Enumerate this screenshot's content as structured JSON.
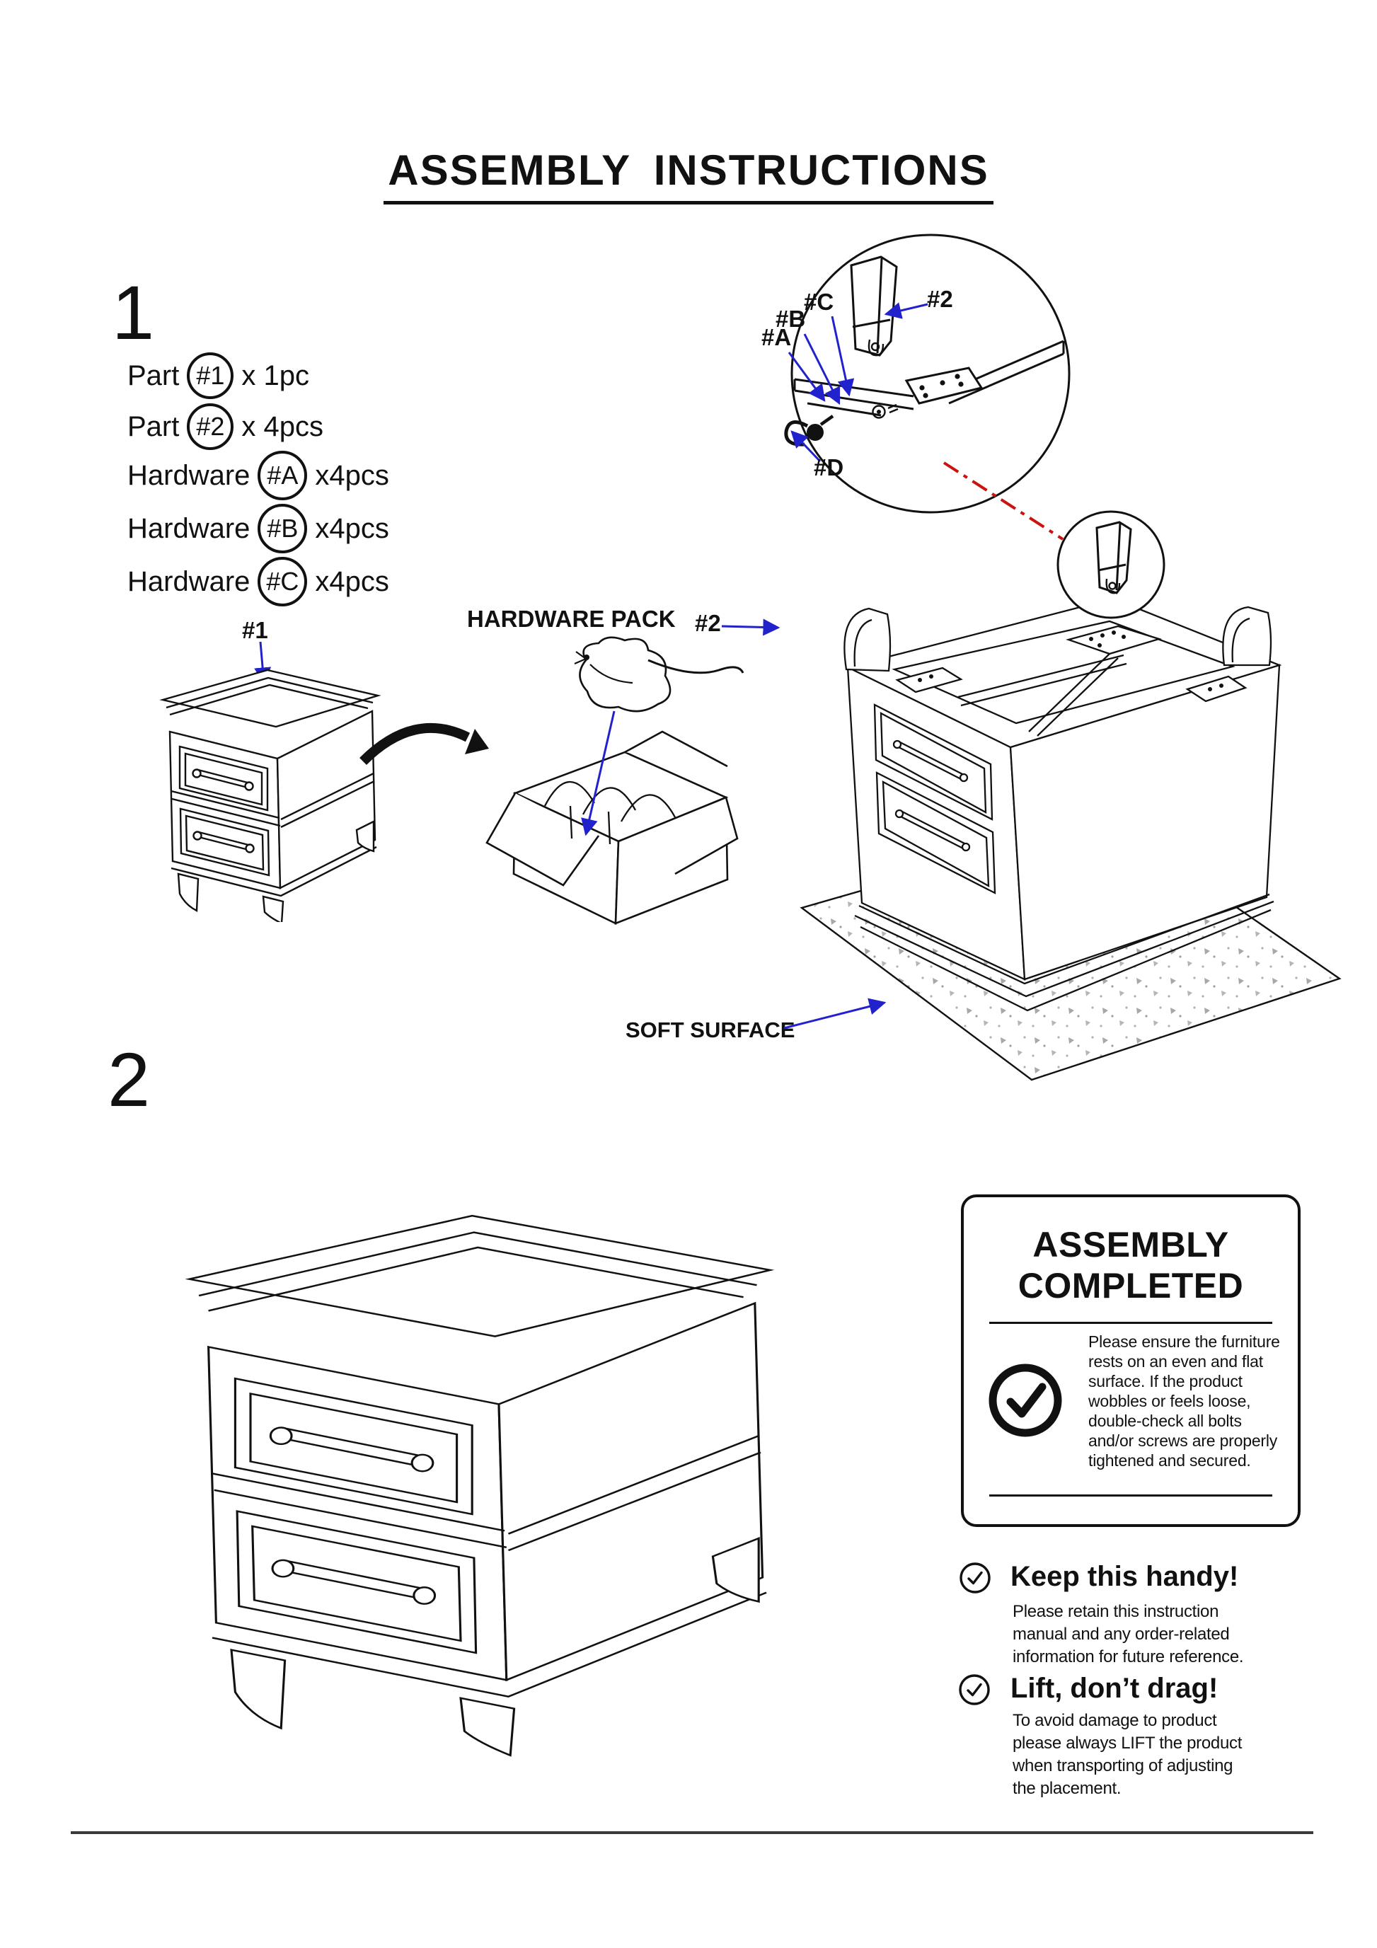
{
  "page": {
    "title": "ASSEMBLY INSTRUCTIONS"
  },
  "step1": {
    "number": "1",
    "parts": [
      {
        "prefix": "Part",
        "code": "#1",
        "qty": "x 1pc"
      },
      {
        "prefix": "Part",
        "code": "#2",
        "qty": "x 4pcs"
      },
      {
        "prefix": "Hardware",
        "code": "#A",
        "qty": "x4pcs"
      },
      {
        "prefix": "Hardware",
        "code": "#B",
        "qty": "x4pcs"
      },
      {
        "prefix": "Hardware",
        "code": "#C",
        "qty": "x4pcs"
      }
    ],
    "labels": {
      "part1": "#1",
      "pack_part2": "#2",
      "hardware_pack": "HARDWARE PACK",
      "soft_surface": "SOFT SURFACE"
    },
    "detail": {
      "a": "#A",
      "b": "#B",
      "c": "#C",
      "d": "#D",
      "part2": "#2"
    }
  },
  "step2": {
    "number": "2",
    "completed": {
      "title1": "ASSEMBLY",
      "title2": "COMPLETED",
      "body": "Please ensure the furniture rests on an even and flat surface. If the product wobbles or feels loose, double-check all bolts and/or screws are properly tightened and secured."
    },
    "notes": [
      {
        "heading": "Keep this handy!",
        "body": "Please retain this instruction manual and any order-related information for future reference."
      },
      {
        "heading": "Lift, don’t drag!",
        "body": "To avoid damage to product please always LIFT the product when transporting of adjusting the placement."
      }
    ]
  },
  "colors": {
    "ink": "#111111",
    "accent_blue": "#2222cc",
    "accent_red": "#cc1111"
  }
}
